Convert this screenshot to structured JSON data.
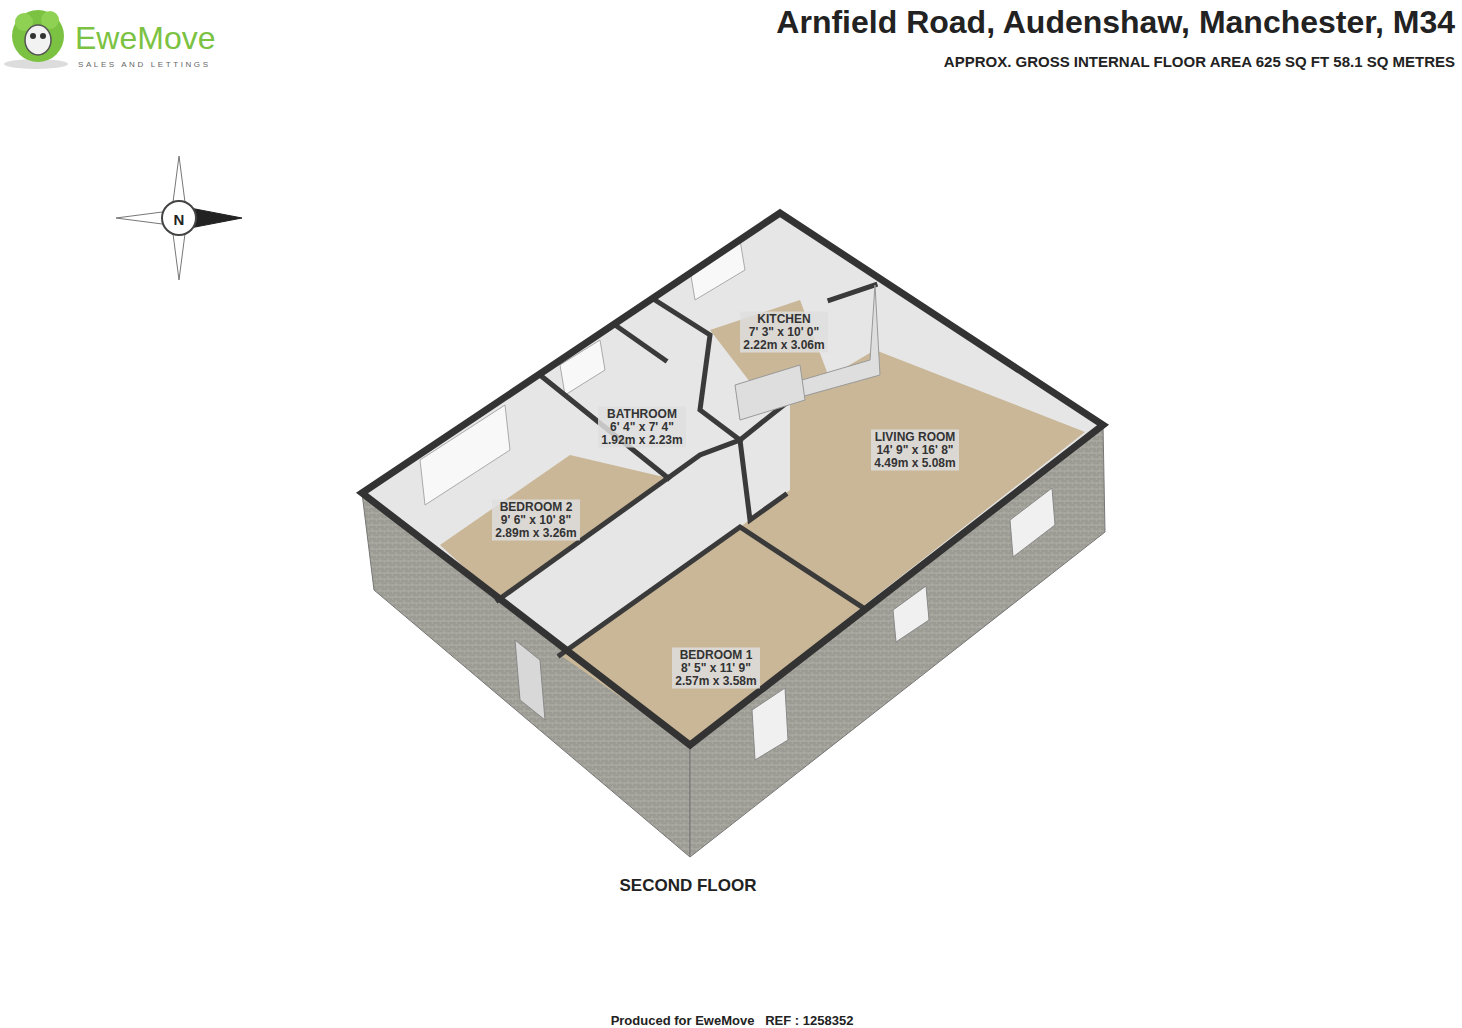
{
  "diagram": {
    "title": "Arnfield Road, Audenshaw, Manchester, M34",
    "nodes": [
      {
        "text": [
          "KITCHEN",
          "7' 3\" x 10' 0\"",
          "2.22m x 3.06m"
        ]
      },
      {
        "text": [
          "BATHROOM",
          "6' 4\" x 7' 4\"",
          "1.92m x 2.23m"
        ]
      },
      {
        "text": [
          "LIVING ROOM",
          "14' 9\" x 16' 8\"",
          "4.49m x 5.08m"
        ]
      },
      {
        "text": [
          "BEDROOM 2",
          "9' 6\" x 10' 8\"",
          "2.89m x 3.26m"
        ]
      },
      {
        "text": [
          "BEDROOM 1",
          "8' 5\" x 11' 9\"",
          "2.57m x 3.58m"
        ]
      }
    ],
    "labels": [
      "APPROX. GROSS INTERNAL FLOOR AREA 625 SQ FT 58.1 SQ METRES",
      "EweMove",
      "SALES AND LETTINGS",
      "N",
      "SECOND FLOOR",
      "Produced for EweMove   REF : 1258352"
    ]
  }
}
